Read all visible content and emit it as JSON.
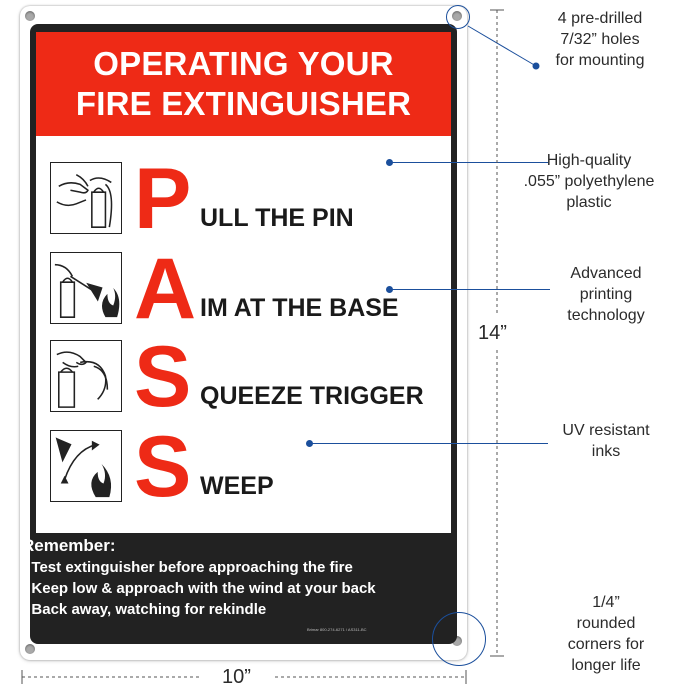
{
  "header": {
    "line1": "OPERATING YOUR",
    "line2": "FIRE EXTINGUISHER"
  },
  "steps": [
    {
      "initial": "P",
      "rest": "ULL THE PIN",
      "pictogram": "hand-pulling-pin-icon"
    },
    {
      "initial": "A",
      "rest": "IM AT THE BASE",
      "pictogram": "aim-at-fire-base-icon"
    },
    {
      "initial": "S",
      "rest": "QUEEZE TRIGGER",
      "pictogram": "hand-squeezing-trigger-icon"
    },
    {
      "initial": "S",
      "rest": "WEEP",
      "pictogram": "sweep-nozzle-fire-icon"
    }
  ],
  "remember": {
    "title": "Remember:",
    "items": [
      "• Test extinguisher before approaching the fire",
      "• Keep low & approach with the wind at your back",
      "• Back away, watching for rekindle"
    ]
  },
  "footer": {
    "brand_text": "Brimar  800-274-6271 / AS311-BC"
  },
  "callouts": {
    "holes": [
      "4 pre-drilled",
      "7/32” holes",
      "for mounting"
    ],
    "material": [
      "High-quality",
      ".055” polyethylene",
      "plastic"
    ],
    "printing": [
      "Advanced",
      "printing",
      "technology"
    ],
    "inks": [
      "UV resistant",
      "inks"
    ],
    "corners": [
      "1/4”",
      "rounded",
      "corners for",
      "longer life"
    ]
  },
  "dimensions": {
    "height": "14”",
    "width": "10”"
  },
  "colors": {
    "sign_red": "#ee2a16",
    "frame_black": "#222222",
    "callout_blue": "#1b4f9c"
  }
}
